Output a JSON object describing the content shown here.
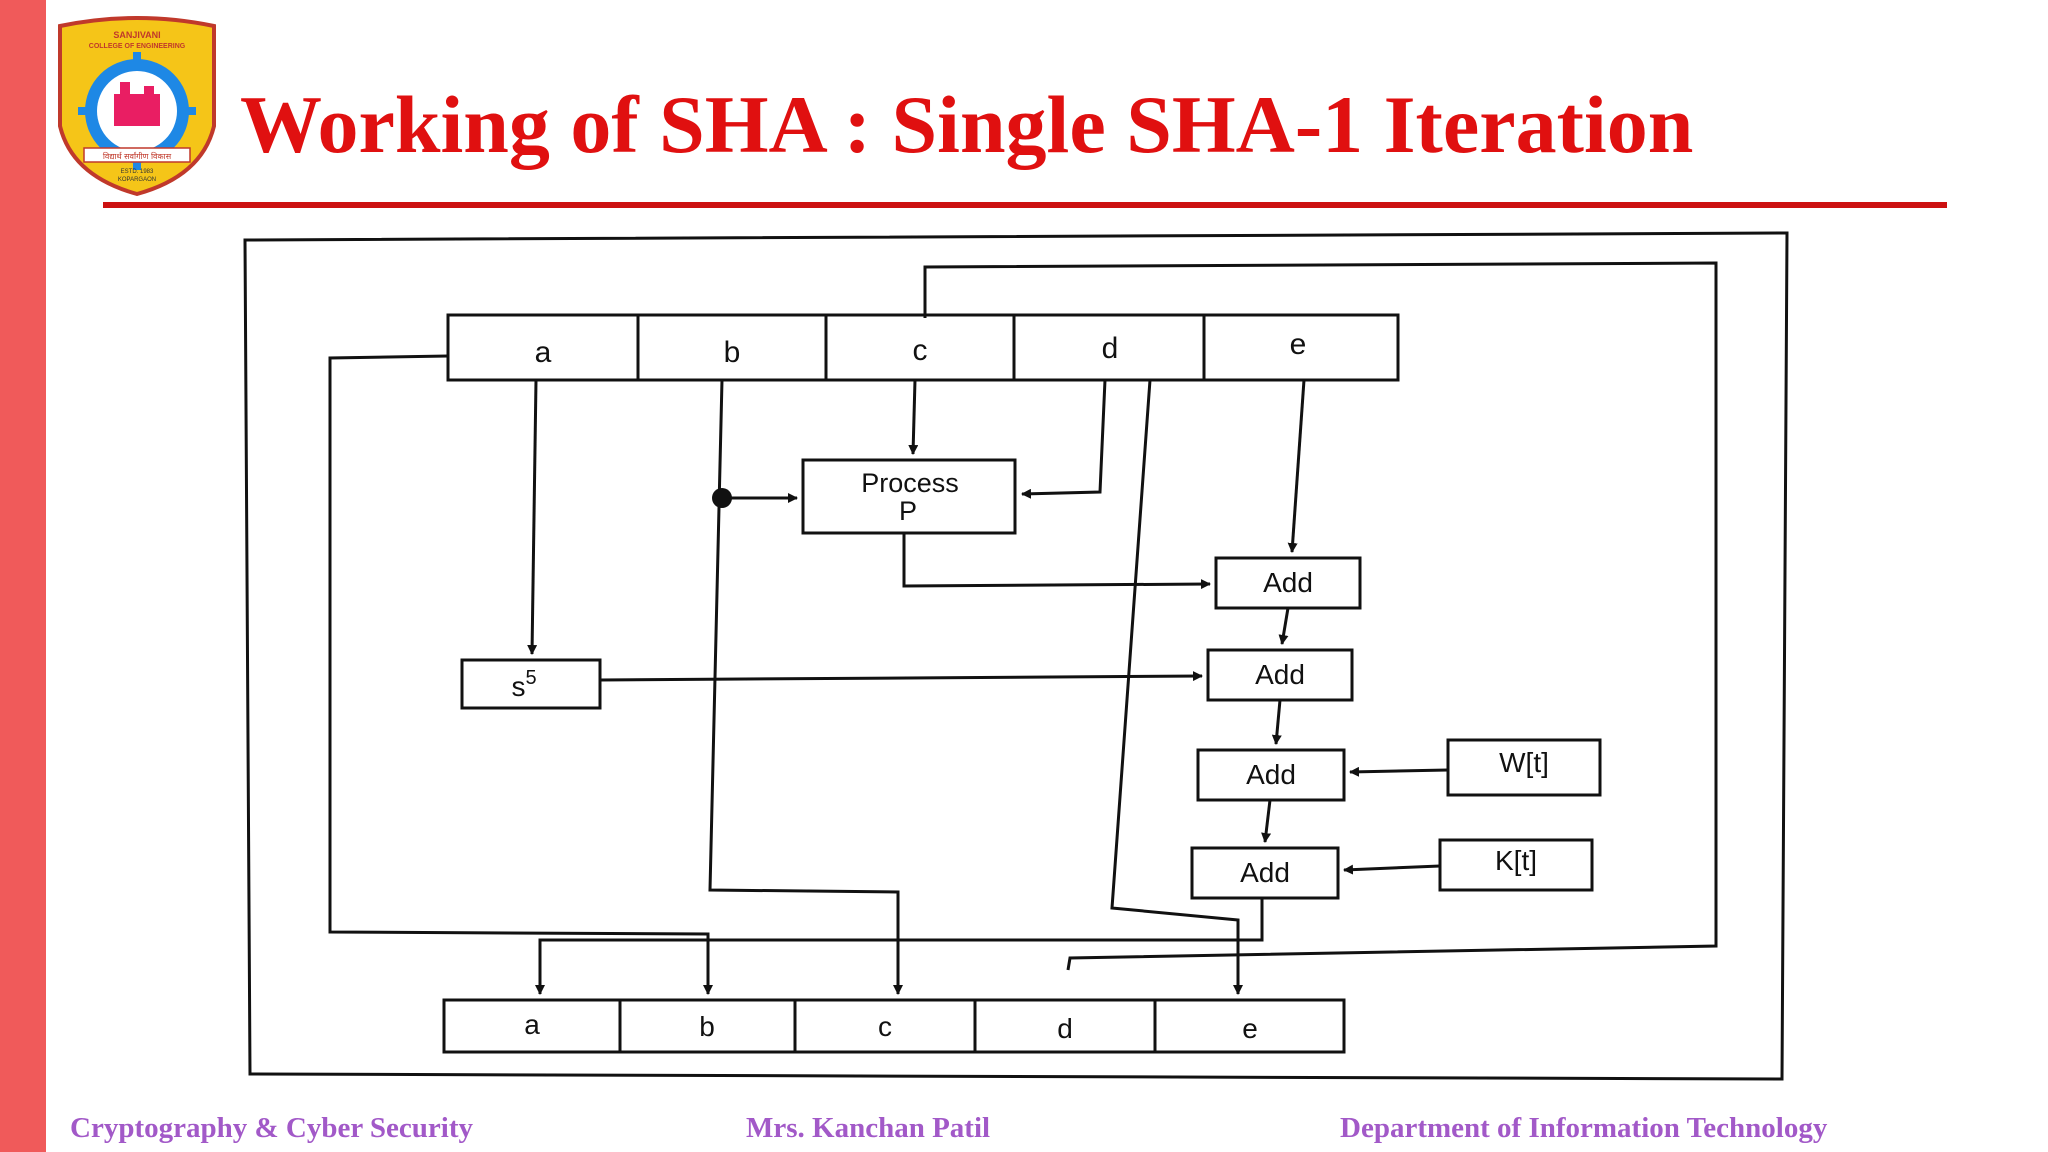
{
  "slide": {
    "title": "Working of SHA : Single SHA-1 Iteration"
  },
  "logo": {
    "top_text": "SANJIVANI",
    "sub_text": "COLLEGE OF ENGINEERING",
    "motto": "विद्यार्थ सर्वांगीण विकास",
    "estd": "ESTD. 1983",
    "place": "KOPARGAON"
  },
  "diagram": {
    "top_registers": [
      "a",
      "b",
      "c",
      "d",
      "e"
    ],
    "bottom_registers": [
      "a",
      "b",
      "c",
      "d",
      "e"
    ],
    "process_line1": "Process",
    "process_line2": "P",
    "shift_label": "s",
    "shift_sup": "5",
    "add_label": "Add",
    "w_label": "W[t]",
    "k_label": "K[t]"
  },
  "footer": {
    "course": "Cryptography & Cyber Security",
    "author": "Mrs. Kanchan Patil",
    "department": "Department of Information Technology"
  },
  "colors": {
    "accent_red": "#e01010",
    "left_bar": "#f05a5a",
    "footer_text": "#a259c8"
  }
}
